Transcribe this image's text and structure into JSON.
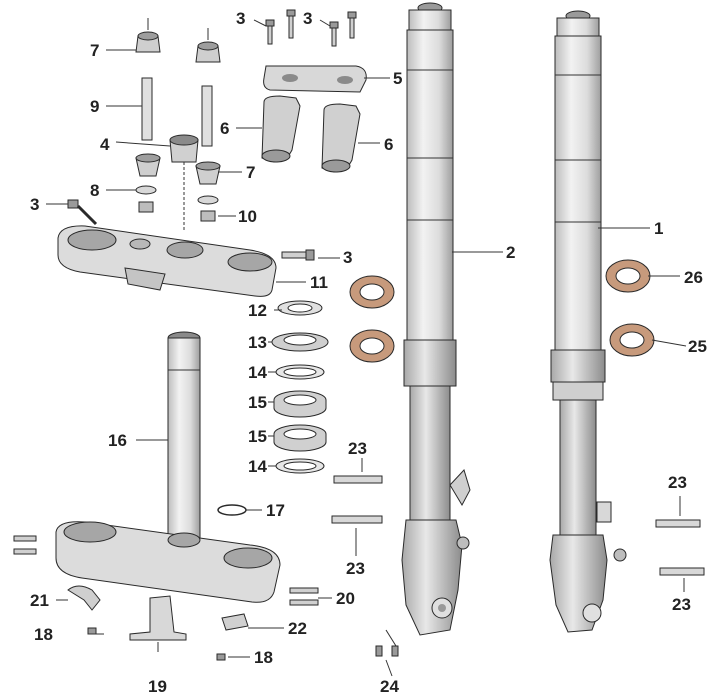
{
  "colors": {
    "background": "#ffffff",
    "part_fill": "#e6e6e6",
    "part_shade": "#c4c4c4",
    "part_dark": "#8a8a8a",
    "outline": "#2a2a2a",
    "seal_ring": "#c79a7c",
    "callout_text": "#222222"
  },
  "callouts": {
    "c1": "1",
    "c2": "2",
    "c3a": "3",
    "c3b": "3",
    "c3c": "3",
    "c3d": "3",
    "c4": "4",
    "c5": "5",
    "c6a": "6",
    "c6b": "6",
    "c7a": "7",
    "c7b": "7",
    "c8": "8",
    "c9": "9",
    "c10": "10",
    "c11": "11",
    "c12": "12",
    "c13": "13",
    "c14a": "14",
    "c14b": "14",
    "c15a": "15",
    "c15b": "15",
    "c16": "16",
    "c17": "17",
    "c18a": "18",
    "c18b": "18",
    "c19": "19",
    "c20": "20",
    "c21": "21",
    "c22": "22",
    "c23a": "23",
    "c23b": "23",
    "c23c": "23",
    "c23d": "23",
    "c24": "24",
    "c25": "25",
    "c26": "26"
  }
}
